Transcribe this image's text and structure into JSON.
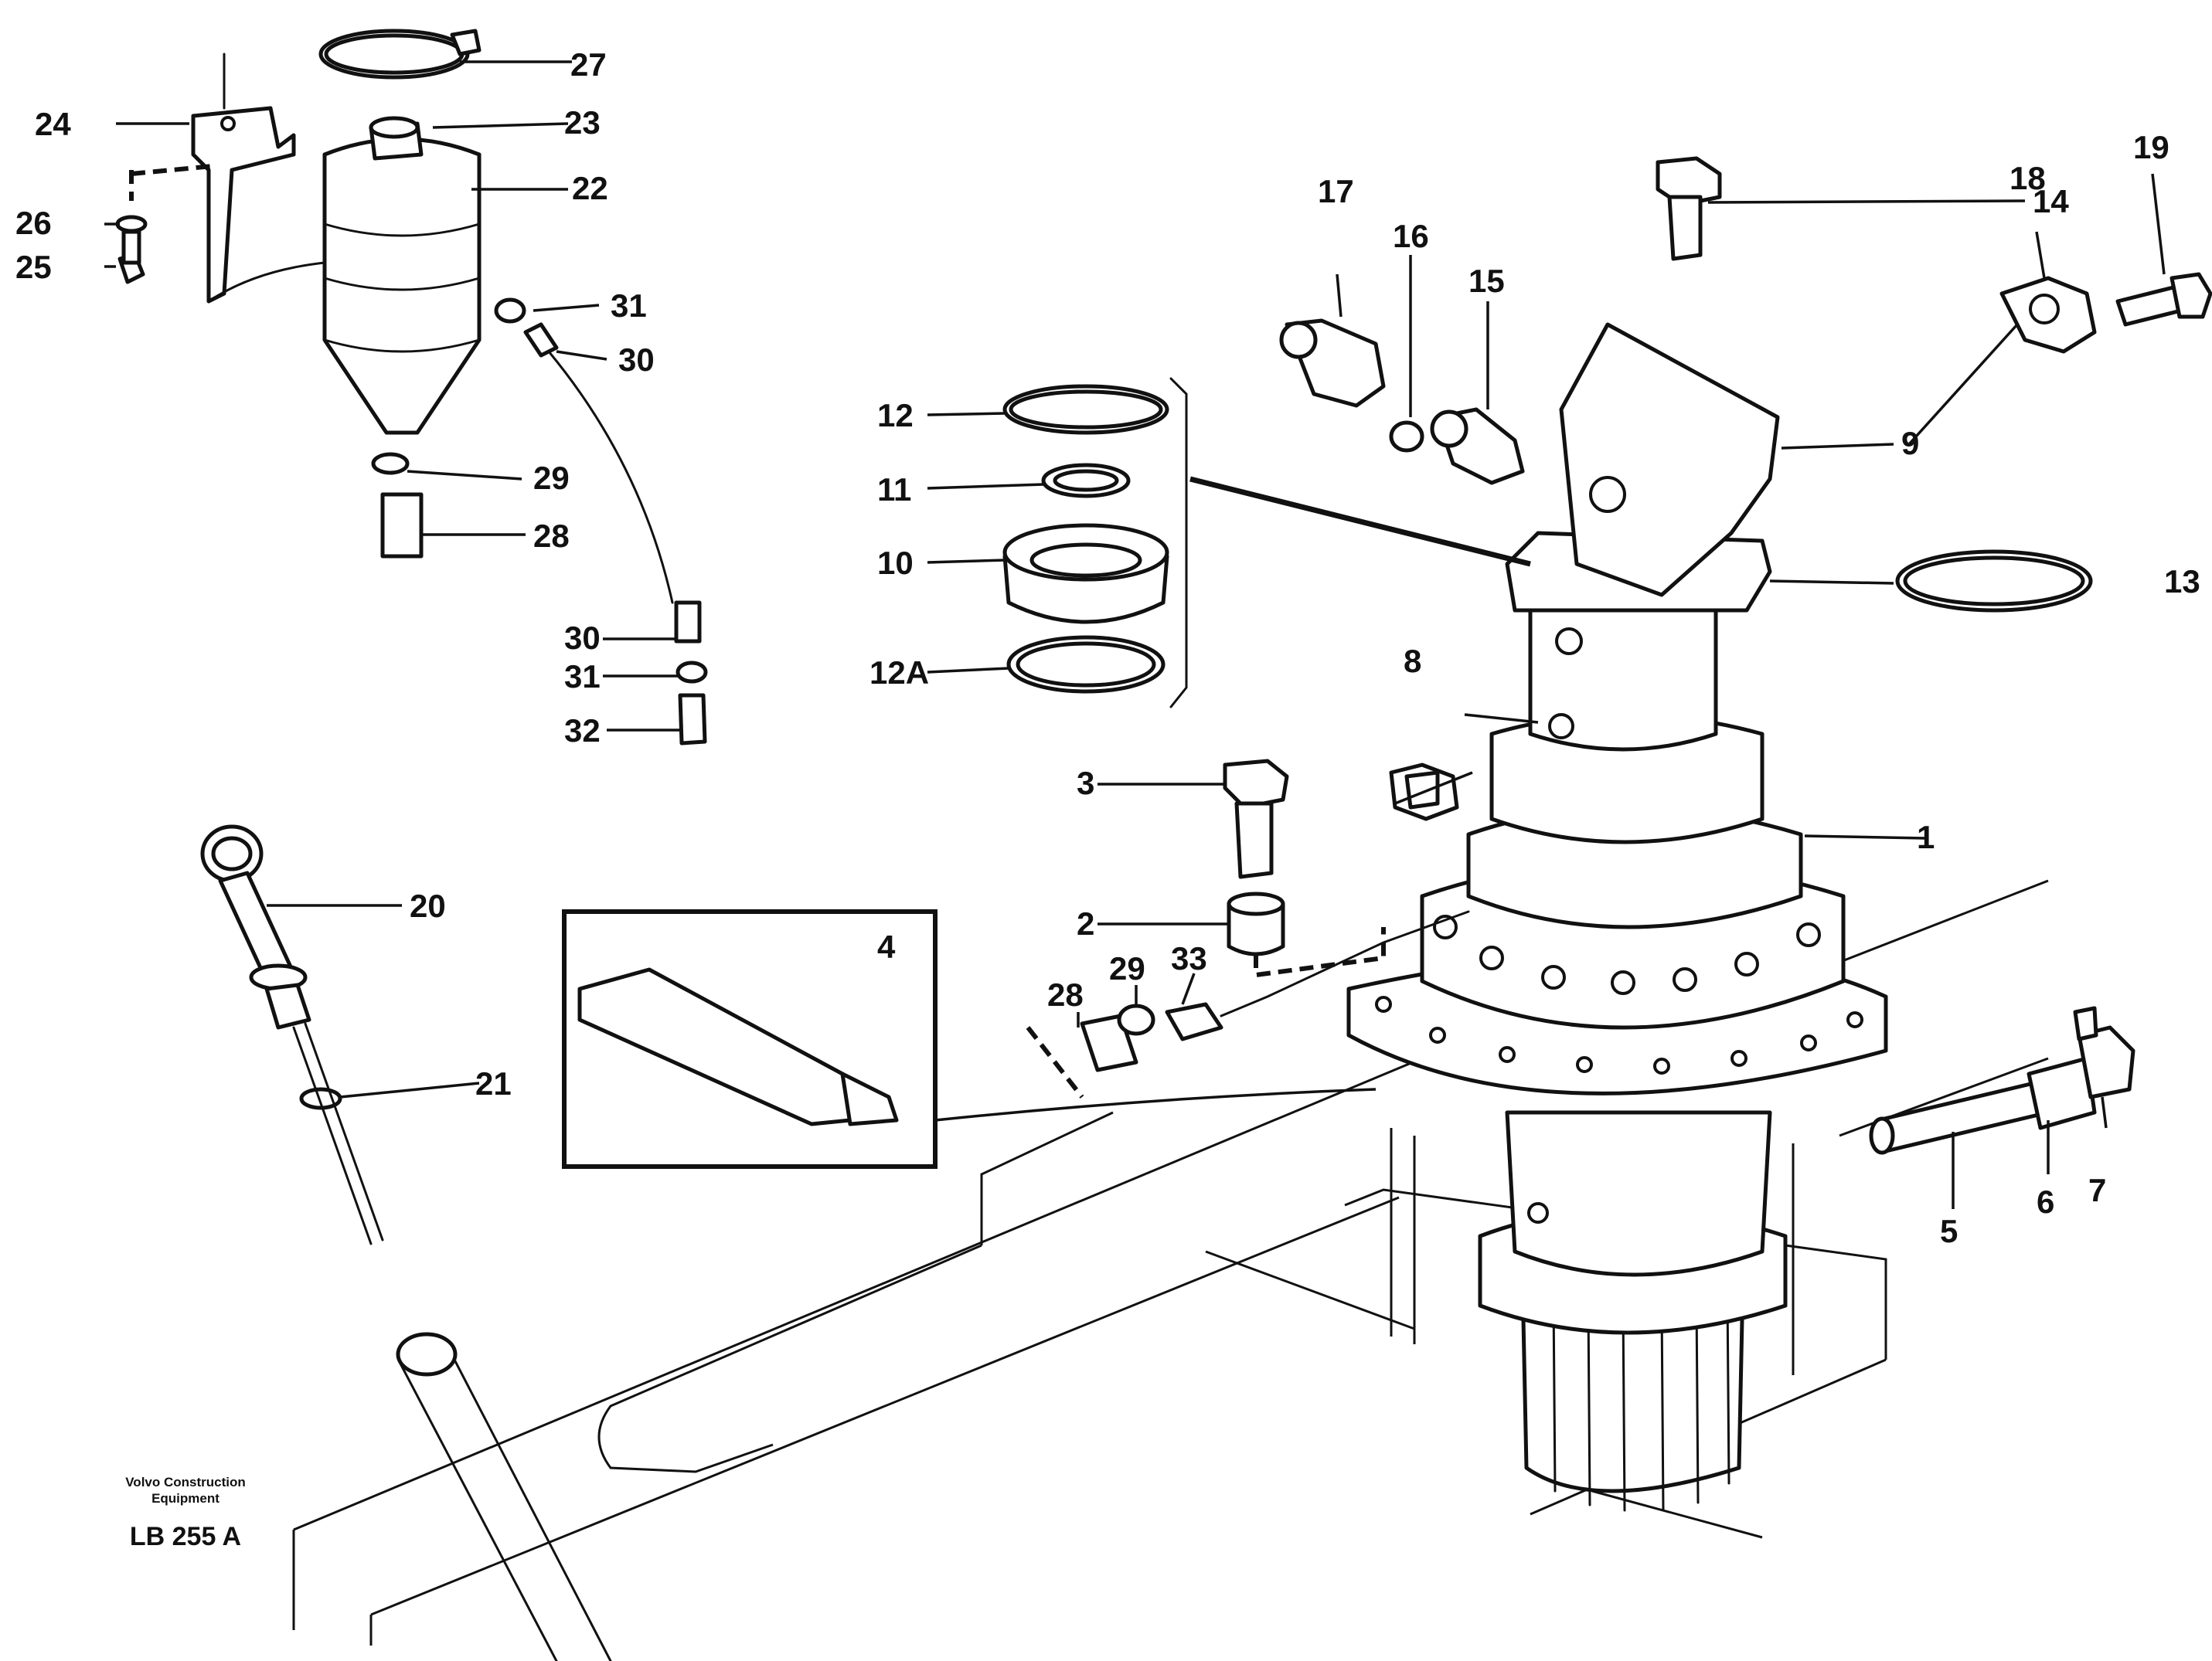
{
  "diagram": {
    "callouts": {
      "c1": "1",
      "c2": "2",
      "c3": "3",
      "c4": "4",
      "c5": "5",
      "c6": "6",
      "c7": "7",
      "c8": "8",
      "c9": "9",
      "c10": "10",
      "c11": "11",
      "c12": "12",
      "c12a": "12A",
      "c13": "13",
      "c14": "14",
      "c15": "15",
      "c16": "16",
      "c17": "17",
      "c18": "18",
      "c19": "19",
      "c20": "20",
      "c21": "21",
      "c22": "22",
      "c23": "23",
      "c24": "24",
      "c25": "25",
      "c26": "26",
      "c27": "27",
      "c28a": "28",
      "c28b": "28",
      "c29a": "29",
      "c29b": "29",
      "c30a": "30",
      "c30b": "30",
      "c31a": "31",
      "c31b": "31",
      "c32": "32",
      "c33": "33"
    },
    "footer": {
      "brand_line1": "Volvo Construction",
      "brand_line2": "Equipment",
      "drawing_code": "LB 255 A"
    }
  }
}
